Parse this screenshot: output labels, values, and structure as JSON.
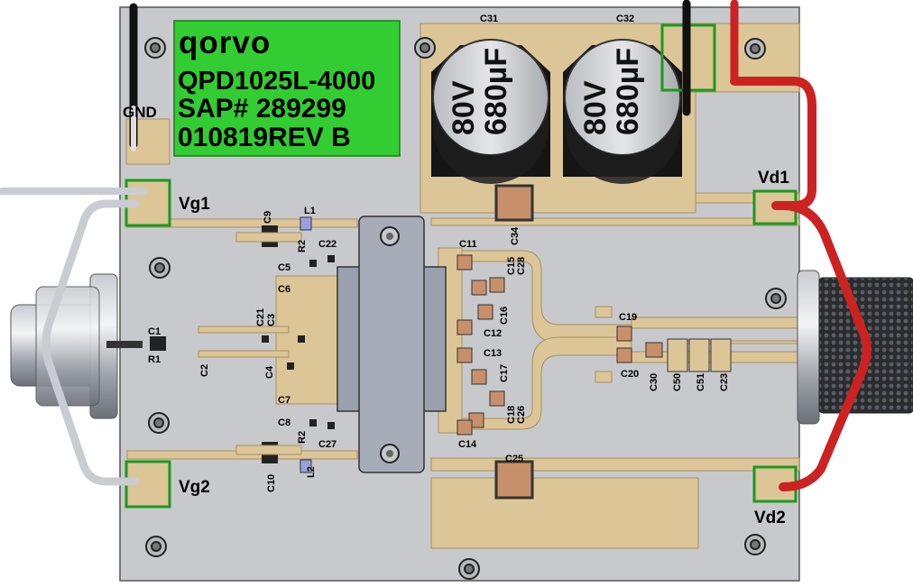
{
  "label_block": {
    "logo": "qorvo",
    "part_number": "QPD1025L-4000",
    "sap": "SAP# 289299",
    "revision": "010819REV B"
  },
  "capacitors_big": [
    {
      "id": "c31",
      "voltage": "80V",
      "capacitance": "680µF"
    },
    {
      "id": "c32",
      "voltage": "80V",
      "capacitance": "680µF"
    }
  ],
  "terminals": {
    "gnd": "GND",
    "vg1": "Vg1",
    "vg2": "Vg2",
    "vd1": "Vd1",
    "vd2": "Vd2"
  },
  "components": {
    "c31": "C31",
    "c32": "C32",
    "c9": "C9",
    "l1": "L1",
    "r2a": "R2",
    "c22": "C22",
    "c5": "C5",
    "c6": "C6",
    "c21": "C21",
    "c3": "C3",
    "c1": "C1",
    "r1": "R1",
    "c2": "C2",
    "c4": "C4",
    "c7": "C7",
    "c8": "C8",
    "r2b": "R2",
    "c27": "C27",
    "c10": "C10",
    "l2": "L2",
    "c34": "C34",
    "c11": "C11",
    "c15": "C15",
    "c28": "C28",
    "c16": "C16",
    "c12": "C12",
    "c13": "C13",
    "c17": "C17",
    "c18": "C18",
    "c26": "C26",
    "c14": "C14",
    "c19": "C19",
    "c20": "C20",
    "c30": "C30",
    "c50": "C50",
    "c51": "C51",
    "c23": "C23",
    "c25": "C25"
  }
}
